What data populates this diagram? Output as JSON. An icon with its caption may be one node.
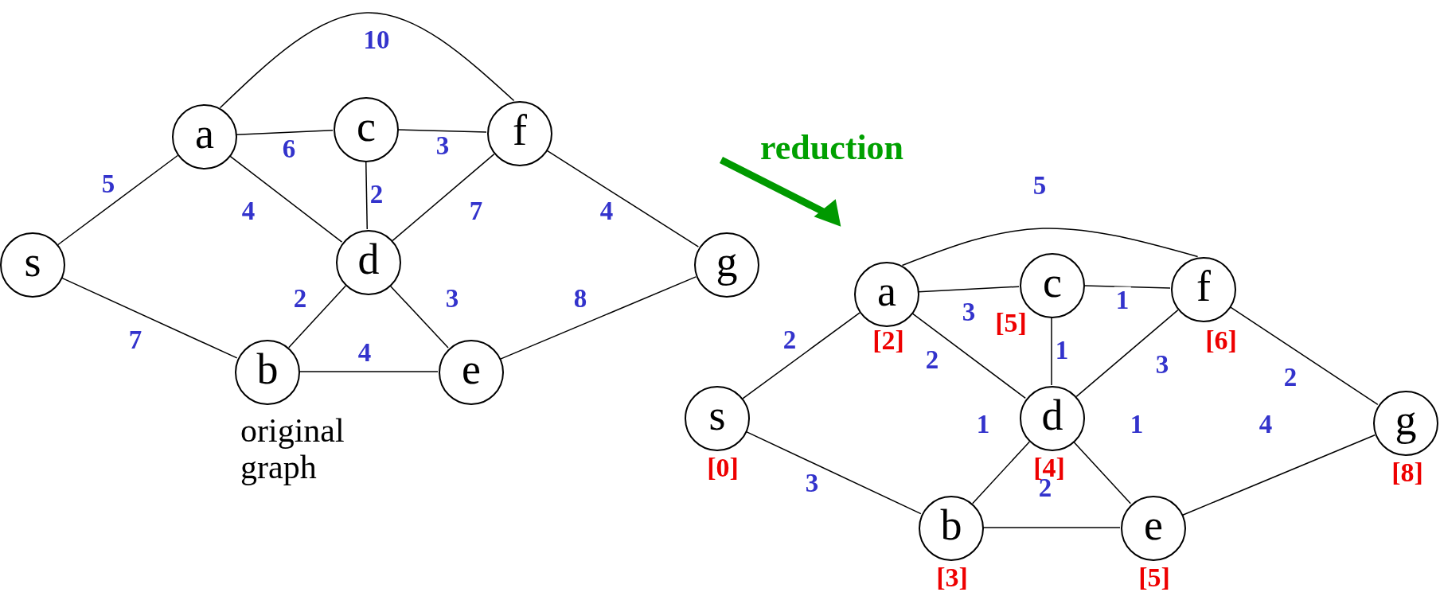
{
  "diagram": {
    "nodes": [
      {
        "text": [
          "a"
        ]
      },
      {
        "text": [
          "c"
        ]
      },
      {
        "text": [
          "f"
        ]
      },
      {
        "text": [
          "s"
        ]
      },
      {
        "text": [
          "d"
        ]
      },
      {
        "text": [
          "g"
        ]
      },
      {
        "text": [
          "b"
        ]
      },
      {
        "text": [
          "e"
        ]
      },
      {
        "text": [
          "a"
        ],
        "beside": [
          "[2]"
        ]
      },
      {
        "text": [
          "c"
        ],
        "beside": [
          "[5]"
        ]
      },
      {
        "text": [
          "f"
        ],
        "beside": [
          "[6]"
        ]
      },
      {
        "text": [
          "s"
        ],
        "beside": [
          "[0]"
        ]
      },
      {
        "text": [
          "d"
        ],
        "beside": [
          "[4]"
        ]
      },
      {
        "text": [
          "g"
        ],
        "beside": [
          "[8]"
        ]
      },
      {
        "text": [
          "b"
        ],
        "beside": [
          "[3]"
        ]
      },
      {
        "text": [
          "e"
        ],
        "beside": [
          "[5]"
        ]
      }
    ],
    "edges": [
      {
        "from": 0,
        "to": 2,
        "arrow": "none",
        "label": "10"
      },
      {
        "from": 3,
        "to": 0,
        "arrow": "none",
        "label": "5"
      },
      {
        "from": 0,
        "to": 1,
        "arrow": "none",
        "label": "6"
      },
      {
        "from": 1,
        "to": 2,
        "arrow": "none",
        "label": "3"
      },
      {
        "from": 0,
        "to": 4,
        "arrow": "none",
        "label": "4"
      },
      {
        "from": 1,
        "to": 4,
        "arrow": "none",
        "label": "2"
      },
      {
        "from": 2,
        "to": 4,
        "arrow": "none",
        "label": "7"
      },
      {
        "from": 2,
        "to": 5,
        "arrow": "none",
        "label": "4"
      },
      {
        "from": 4,
        "to": 6,
        "arrow": "none",
        "label": "2"
      },
      {
        "from": 4,
        "to": 7,
        "arrow": "none",
        "label": "3"
      },
      {
        "from": 7,
        "to": 5,
        "arrow": "none",
        "label": "8"
      },
      {
        "from": 3,
        "to": 6,
        "arrow": "none",
        "label": "7"
      },
      {
        "from": 6,
        "to": 7,
        "arrow": "none",
        "label": "4"
      },
      {
        "from": 8,
        "to": 10,
        "arrow": "none",
        "label": "5"
      },
      {
        "from": 11,
        "to": 8,
        "arrow": "none",
        "label": "2"
      },
      {
        "from": 8,
        "to": 9,
        "arrow": "none",
        "label": "3"
      },
      {
        "from": 9,
        "to": 10,
        "arrow": "none",
        "label": "1"
      },
      {
        "from": 8,
        "to": 12,
        "arrow": "none",
        "label": "2"
      },
      {
        "from": 9,
        "to": 12,
        "arrow": "none",
        "label": "1"
      },
      {
        "from": 10,
        "to": 12,
        "arrow": "none",
        "label": "3"
      },
      {
        "from": 10,
        "to": 13,
        "arrow": "none",
        "label": "2"
      },
      {
        "from": 12,
        "to": 14,
        "arrow": "none",
        "label": "1"
      },
      {
        "from": 12,
        "to": 15,
        "arrow": "none",
        "label": "1"
      },
      {
        "from": 15,
        "to": 13,
        "arrow": "none",
        "label": "4"
      },
      {
        "from": 11,
        "to": 14,
        "arrow": "none",
        "label": "3"
      },
      {
        "from": 14,
        "to": 15,
        "arrow": "none",
        "label": "2"
      }
    ],
    "labels": [
      "reduction",
      "original graph"
    ]
  }
}
